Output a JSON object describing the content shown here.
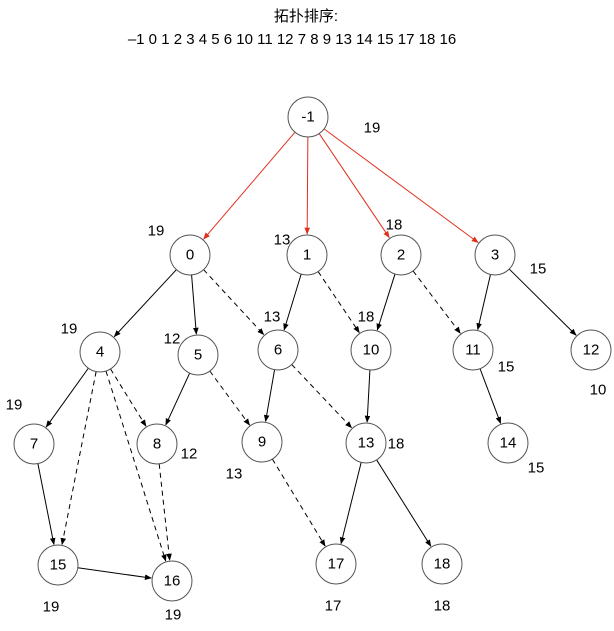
{
  "title": "拓扑排序:",
  "order": "–1 0 1 2 3 4 5 6 10 11 12 7 8 9 13 14 15 17 18 16",
  "colors": {
    "critical": "#e0301e",
    "edge": "#000000",
    "node_stroke": "#555555"
  },
  "nodes": [
    {
      "id": "-1",
      "label": "-1",
      "weight": "19"
    },
    {
      "id": "0",
      "label": "0",
      "weight": "19"
    },
    {
      "id": "1",
      "label": "1",
      "weight": "13"
    },
    {
      "id": "2",
      "label": "2",
      "weight": "18"
    },
    {
      "id": "3",
      "label": "3",
      "weight": "15"
    },
    {
      "id": "4",
      "label": "4",
      "weight": "19"
    },
    {
      "id": "5",
      "label": "5",
      "weight": "12"
    },
    {
      "id": "6",
      "label": "6",
      "weight": "13"
    },
    {
      "id": "10",
      "label": "10",
      "weight": "18"
    },
    {
      "id": "11",
      "label": "11",
      "weight": "15"
    },
    {
      "id": "12",
      "label": "12",
      "weight": "10"
    },
    {
      "id": "7",
      "label": "7",
      "weight": "19"
    },
    {
      "id": "8",
      "label": "8",
      "weight": "12"
    },
    {
      "id": "9",
      "label": "9",
      "weight": "13"
    },
    {
      "id": "13",
      "label": "13",
      "weight": "18"
    },
    {
      "id": "14",
      "label": "14",
      "weight": "15"
    },
    {
      "id": "15",
      "label": "15",
      "weight": "19"
    },
    {
      "id": "16",
      "label": "16",
      "weight": "19"
    },
    {
      "id": "17",
      "label": "17",
      "weight": "17"
    },
    {
      "id": "18",
      "label": "18",
      "weight": "18"
    }
  ],
  "edges": [
    {
      "from": "-1",
      "to": "0",
      "style": "critical"
    },
    {
      "from": "-1",
      "to": "1",
      "style": "critical"
    },
    {
      "from": "-1",
      "to": "2",
      "style": "critical"
    },
    {
      "from": "-1",
      "to": "3",
      "style": "critical"
    },
    {
      "from": "0",
      "to": "4",
      "style": "solid"
    },
    {
      "from": "0",
      "to": "5",
      "style": "solid"
    },
    {
      "from": "0",
      "to": "6",
      "style": "dashed"
    },
    {
      "from": "1",
      "to": "6",
      "style": "solid"
    },
    {
      "from": "1",
      "to": "10",
      "style": "dashed"
    },
    {
      "from": "2",
      "to": "10",
      "style": "solid"
    },
    {
      "from": "2",
      "to": "11",
      "style": "dashed"
    },
    {
      "from": "3",
      "to": "11",
      "style": "solid"
    },
    {
      "from": "3",
      "to": "12",
      "style": "solid"
    },
    {
      "from": "4",
      "to": "7",
      "style": "solid"
    },
    {
      "from": "4",
      "to": "8",
      "style": "dashed"
    },
    {
      "from": "4",
      "to": "15",
      "style": "dashed"
    },
    {
      "from": "4",
      "to": "16",
      "style": "dashed"
    },
    {
      "from": "5",
      "to": "8",
      "style": "solid"
    },
    {
      "from": "5",
      "to": "9",
      "style": "dashed"
    },
    {
      "from": "6",
      "to": "9",
      "style": "solid"
    },
    {
      "from": "6",
      "to": "13",
      "style": "dashed"
    },
    {
      "from": "10",
      "to": "13",
      "style": "solid"
    },
    {
      "from": "11",
      "to": "14",
      "style": "solid"
    },
    {
      "from": "7",
      "to": "15",
      "style": "solid"
    },
    {
      "from": "8",
      "to": "16",
      "style": "dashed"
    },
    {
      "from": "9",
      "to": "17",
      "style": "dashed"
    },
    {
      "from": "13",
      "to": "17",
      "style": "solid"
    },
    {
      "from": "13",
      "to": "18",
      "style": "solid"
    },
    {
      "from": "15",
      "to": "16",
      "style": "solid"
    }
  ]
}
